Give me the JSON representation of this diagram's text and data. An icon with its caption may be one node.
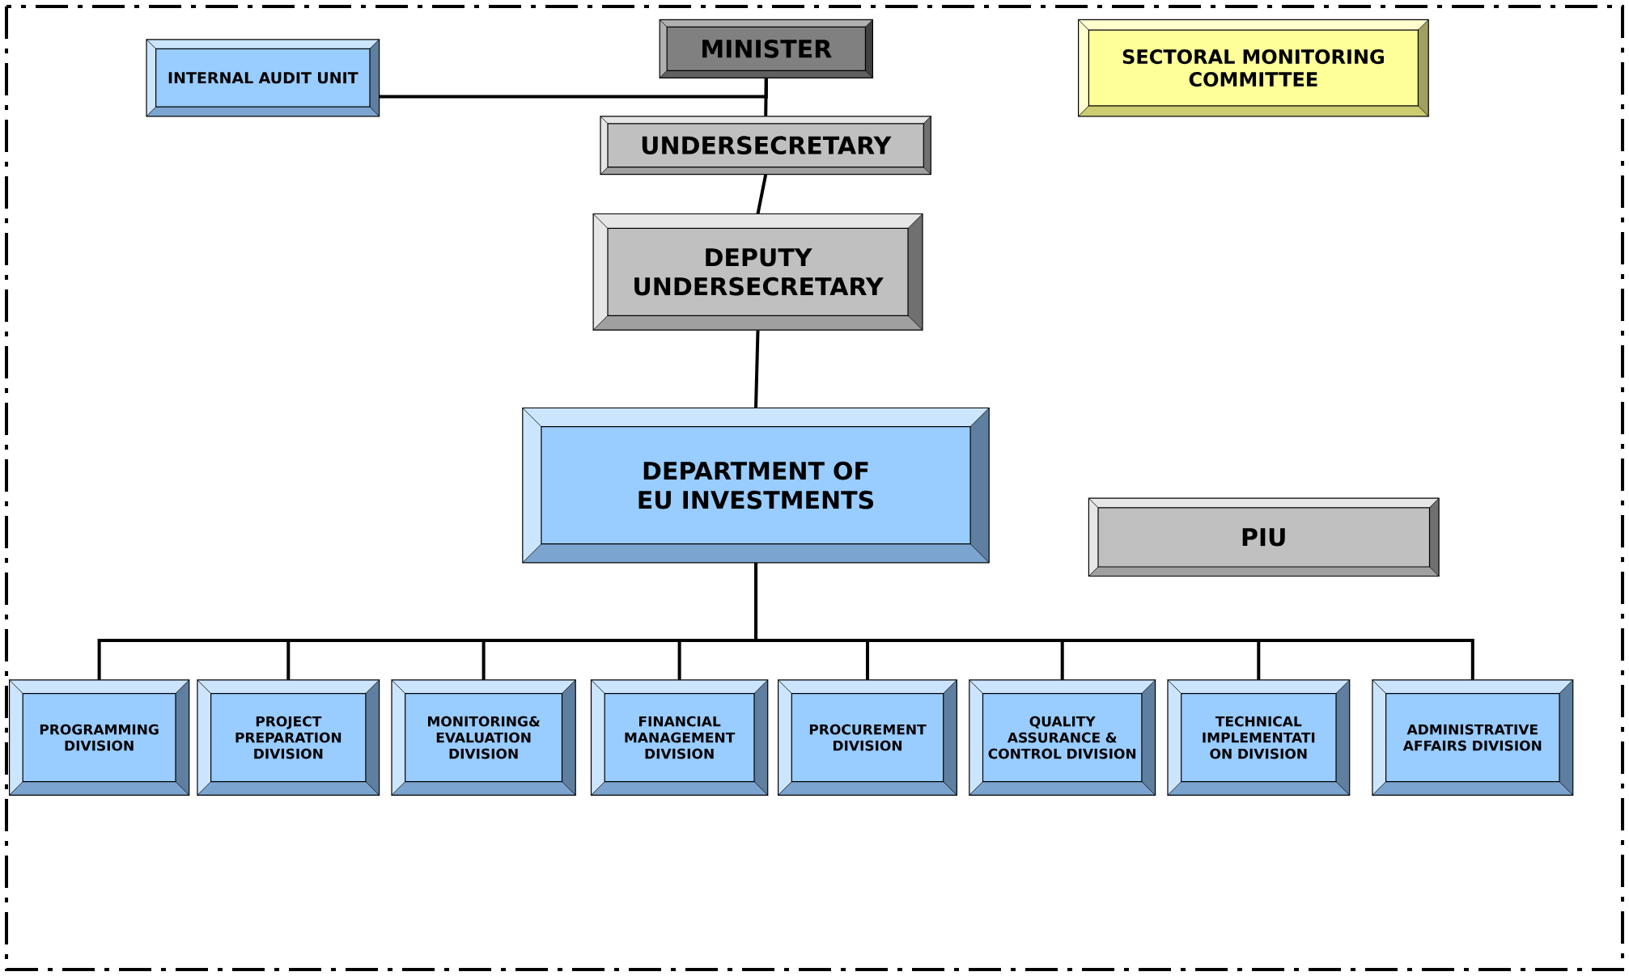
{
  "diagram": {
    "nodes": [
      {
        "text": [
          "INTERNAL AUDIT UNIT"
        ]
      },
      {
        "text": [
          "MINISTER"
        ]
      },
      {
        "text": [
          "SECTORAL MONITORING COMMITTEE"
        ]
      },
      {
        "text": [
          "UNDERSECRETARY"
        ]
      },
      {
        "text": [
          "DEPUTY UNDERSECRETARY"
        ]
      },
      {
        "text": [
          "DEPARTMENT OF EU INVESTMENTS"
        ]
      },
      {
        "text": [
          "PIU"
        ]
      },
      {
        "text": [
          "PROGRAMMING DIVISION"
        ]
      },
      {
        "text": [
          "PROJECT PREPARATION DIVISION"
        ]
      },
      {
        "text": [
          "MONITORING& EVALUATION DIVISION"
        ]
      },
      {
        "text": [
          "FINANCIAL MANAGEMENT DIVISION"
        ]
      },
      {
        "text": [
          "PROCUREMENT DIVISION"
        ]
      },
      {
        "text": [
          "QUALITY ASSURANCE & CONTROL DIVISION"
        ]
      },
      {
        "text": [
          "TECHNICAL IMPLEMENTATI ON DIVISION"
        ]
      },
      {
        "text": [
          "ADMINISTRATIVE AFFAIRS DIVISION"
        ]
      }
    ],
    "edges": [
      {
        "from": 0,
        "to": 1,
        "arrow": "none"
      },
      {
        "from": 1,
        "to": 3,
        "arrow": "none"
      },
      {
        "from": 3,
        "to": 4,
        "arrow": "none"
      },
      {
        "from": 4,
        "to": 5,
        "arrow": "none"
      },
      {
        "from": 5,
        "to": 7,
        "arrow": "none"
      },
      {
        "from": 5,
        "to": 8,
        "arrow": "none"
      },
      {
        "from": 5,
        "to": 9,
        "arrow": "none"
      },
      {
        "from": 5,
        "to": 10,
        "arrow": "none"
      },
      {
        "from": 5,
        "to": 11,
        "arrow": "none"
      },
      {
        "from": 5,
        "to": 12,
        "arrow": "none"
      },
      {
        "from": 5,
        "to": 13,
        "arrow": "none"
      },
      {
        "from": 5,
        "to": 14,
        "arrow": "none"
      }
    ]
  }
}
